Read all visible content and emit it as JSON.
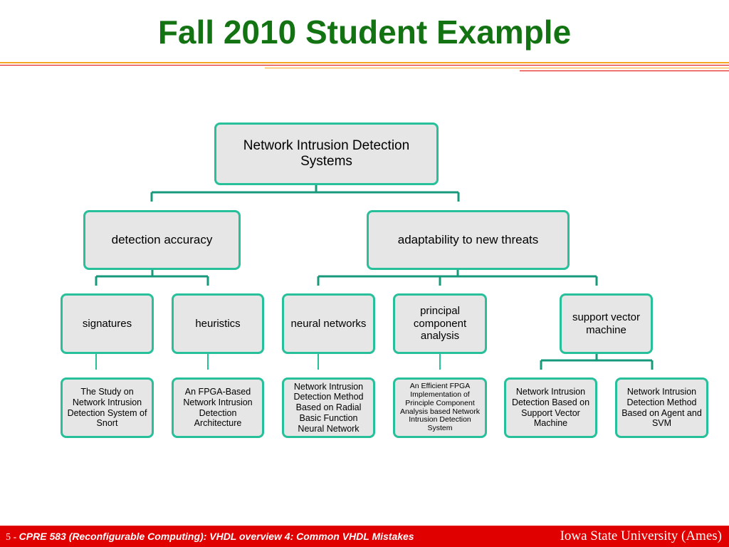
{
  "title": "Fall 2010 Student Example",
  "colors": {
    "title": "#137313",
    "node_border": "#27c09b",
    "node_fill": "#e6e6e6",
    "connector": "#179a7c",
    "footer_bg": "#e00000",
    "rule_orange": "#f5a623",
    "rule_red": "#e00000"
  },
  "diagram": {
    "root": {
      "label": "Network Intrusion Detection Systems"
    },
    "level1": [
      {
        "label": "detection accuracy"
      },
      {
        "label": "adaptability to new threats"
      }
    ],
    "level2": [
      {
        "label": "signatures"
      },
      {
        "label": "heuristics"
      },
      {
        "label": "neural networks"
      },
      {
        "label": "principal component analysis"
      },
      {
        "label": "support vector machine"
      }
    ],
    "level3": [
      {
        "label": "The Study on Network Intrusion Detection System of Snort"
      },
      {
        "label": "An FPGA-Based Network Intrusion Detection Architecture"
      },
      {
        "label": "Network Intrusion Detection Method Based on Radial Basic Function Neural Network"
      },
      {
        "label": "An Efficient FPGA Implementation of Principle Component Analysis based Network Intrusion Detection System"
      },
      {
        "label": "Network Intrusion Detection Based on Support Vector Machine"
      },
      {
        "label": "Network Intrusion Detection Method Based on Agent and SVM"
      }
    ]
  },
  "footer": {
    "page": "5",
    "page_sep": " - ",
    "course": "CPRE 583 (Reconfigurable Computing):  VHDL overview 4: Common VHDL Mistakes",
    "university": "Iowa State University (Ames)"
  }
}
